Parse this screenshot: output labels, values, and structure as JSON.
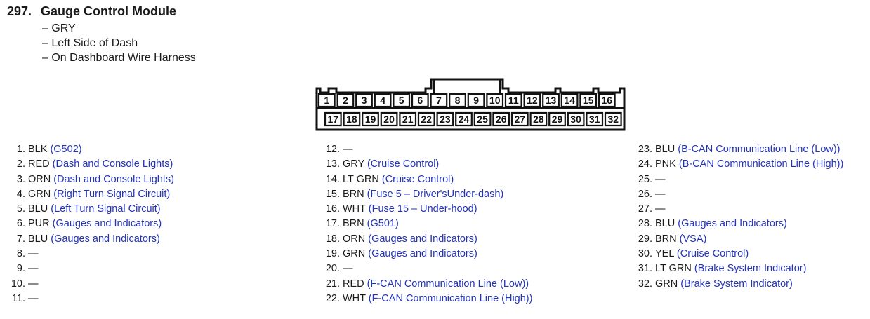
{
  "header": {
    "number": "297.",
    "title": "Gauge Control Module",
    "details": [
      "– GRY",
      "– Left Side of Dash",
      "– On Dashboard Wire Harness"
    ]
  },
  "connector": {
    "top_row": [
      "1",
      "2",
      "3",
      "4",
      "5",
      "6",
      "7",
      "8",
      "9",
      "10",
      "11",
      "12",
      "13",
      "14",
      "15",
      "16"
    ],
    "bottom_row": [
      "17",
      "18",
      "19",
      "20",
      "21",
      "22",
      "23",
      "24",
      "25",
      "26",
      "27",
      "28",
      "29",
      "30",
      "31",
      "32"
    ]
  },
  "columns": [
    [
      {
        "num": "1.",
        "wire": "BLK",
        "desc": "(G502)"
      },
      {
        "num": "2.",
        "wire": "RED",
        "desc": "(Dash and Console Lights)"
      },
      {
        "num": "3.",
        "wire": "ORN",
        "desc": "(Dash and Console Lights)"
      },
      {
        "num": "4.",
        "wire": "GRN",
        "desc": "(Right Turn Signal Circuit)"
      },
      {
        "num": "5.",
        "wire": "BLU",
        "desc": "(Left Turn Signal Circuit)"
      },
      {
        "num": "6.",
        "wire": "PUR",
        "desc": "(Gauges and Indicators)"
      },
      {
        "num": "7.",
        "wire": "BLU",
        "desc": "(Gauges and Indicators)"
      },
      {
        "num": "8.",
        "wire": "—",
        "desc": ""
      },
      {
        "num": "9.",
        "wire": "—",
        "desc": ""
      },
      {
        "num": "10.",
        "wire": "—",
        "desc": ""
      },
      {
        "num": "11.",
        "wire": "—",
        "desc": ""
      }
    ],
    [
      {
        "num": "12.",
        "wire": "—",
        "desc": ""
      },
      {
        "num": "13.",
        "wire": "GRY",
        "desc": "(Cruise Control)"
      },
      {
        "num": "14.",
        "wire": "LT GRN",
        "desc": "(Cruise Control)"
      },
      {
        "num": "15.",
        "wire": "BRN",
        "desc": "(Fuse 5 – Driver'sUnder-dash)"
      },
      {
        "num": "16.",
        "wire": "WHT",
        "desc": "(Fuse 15 – Under-hood)"
      },
      {
        "num": "17.",
        "wire": "BRN",
        "desc": "(G501)"
      },
      {
        "num": "18.",
        "wire": "ORN",
        "desc": "(Gauges and Indicators)"
      },
      {
        "num": "19.",
        "wire": "GRN",
        "desc": "(Gauges and Indicators)"
      },
      {
        "num": "20.",
        "wire": "—",
        "desc": ""
      },
      {
        "num": "21.",
        "wire": "RED",
        "desc": "(F-CAN Communication Line (Low))"
      },
      {
        "num": "22.",
        "wire": "WHT",
        "desc": "(F-CAN Communication Line (High))"
      }
    ],
    [
      {
        "num": "23.",
        "wire": "BLU",
        "desc": "(B-CAN Communication Line (Low))"
      },
      {
        "num": "24.",
        "wire": "PNK",
        "desc": "(B-CAN Communication Line (High))"
      },
      {
        "num": "25.",
        "wire": "—",
        "desc": ""
      },
      {
        "num": "26.",
        "wire": "—",
        "desc": ""
      },
      {
        "num": "27.",
        "wire": "—",
        "desc": ""
      },
      {
        "num": "28.",
        "wire": "BLU",
        "desc": "(Gauges and Indicators)"
      },
      {
        "num": "29.",
        "wire": "BRN",
        "desc": "(VSA)"
      },
      {
        "num": "30.",
        "wire": "YEL",
        "desc": "(Cruise Control)"
      },
      {
        "num": "31.",
        "wire": "LT GRN",
        "desc": "(Brake System Indicator)"
      },
      {
        "num": "32.",
        "wire": "GRN",
        "desc": "(Brake System Indicator)"
      }
    ]
  ]
}
